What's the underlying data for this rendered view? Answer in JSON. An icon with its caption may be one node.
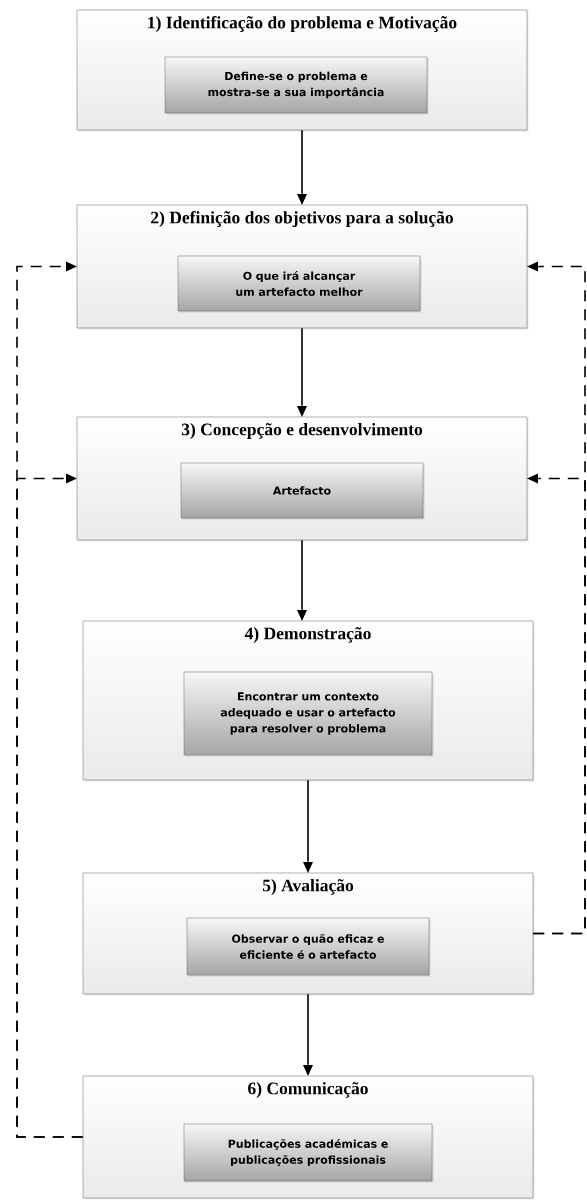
{
  "diagram": {
    "nodes": [
      {
        "text": [
          "1) Identificação do problema e Motivação"
        ]
      },
      {
        "text": [
          "Define-se o problema e mostra-se a sua importância"
        ],
        "in": 0
      },
      {
        "text": [
          "2) Definição dos objetivos para a solução"
        ]
      },
      {
        "text": [
          "O que irá alcançar um artefacto melhor"
        ],
        "in": 2
      },
      {
        "text": [
          "3) Concepção e desenvolvimento"
        ]
      },
      {
        "text": [
          "Artefacto"
        ],
        "in": 4
      },
      {
        "text": [
          "4) Demonstração"
        ]
      },
      {
        "text": [
          "Encontrar um contexto adequado e usar o artefacto para resolver o problema"
        ],
        "in": 6
      },
      {
        "text": [
          "5) Avaliação"
        ]
      },
      {
        "text": [
          "Observar o quão eficaz e eficiente é o artefacto"
        ],
        "in": 8
      },
      {
        "text": [
          "6) Comunicação"
        ]
      },
      {
        "text": [
          "Publicações académicas e publicações profissionais"
        ],
        "in": 10
      }
    ],
    "edges": [
      {
        "from": 0,
        "to": 2,
        "arrow": "to"
      },
      {
        "from": 2,
        "to": 4,
        "arrow": "to"
      },
      {
        "from": 4,
        "to": 6,
        "arrow": "to"
      },
      {
        "from": 6,
        "to": 8,
        "arrow": "to"
      },
      {
        "from": 8,
        "to": 10,
        "arrow": "to"
      },
      {
        "from": 10,
        "to": 2,
        "arrow": "to",
        "style": "dashed"
      },
      {
        "from": 10,
        "to": 4,
        "arrow": "to",
        "style": "dashed"
      },
      {
        "from": 8,
        "to": 2,
        "arrow": "to",
        "style": "dashed"
      },
      {
        "from": 8,
        "to": 4,
        "arrow": "to",
        "style": "dashed"
      }
    ]
  }
}
